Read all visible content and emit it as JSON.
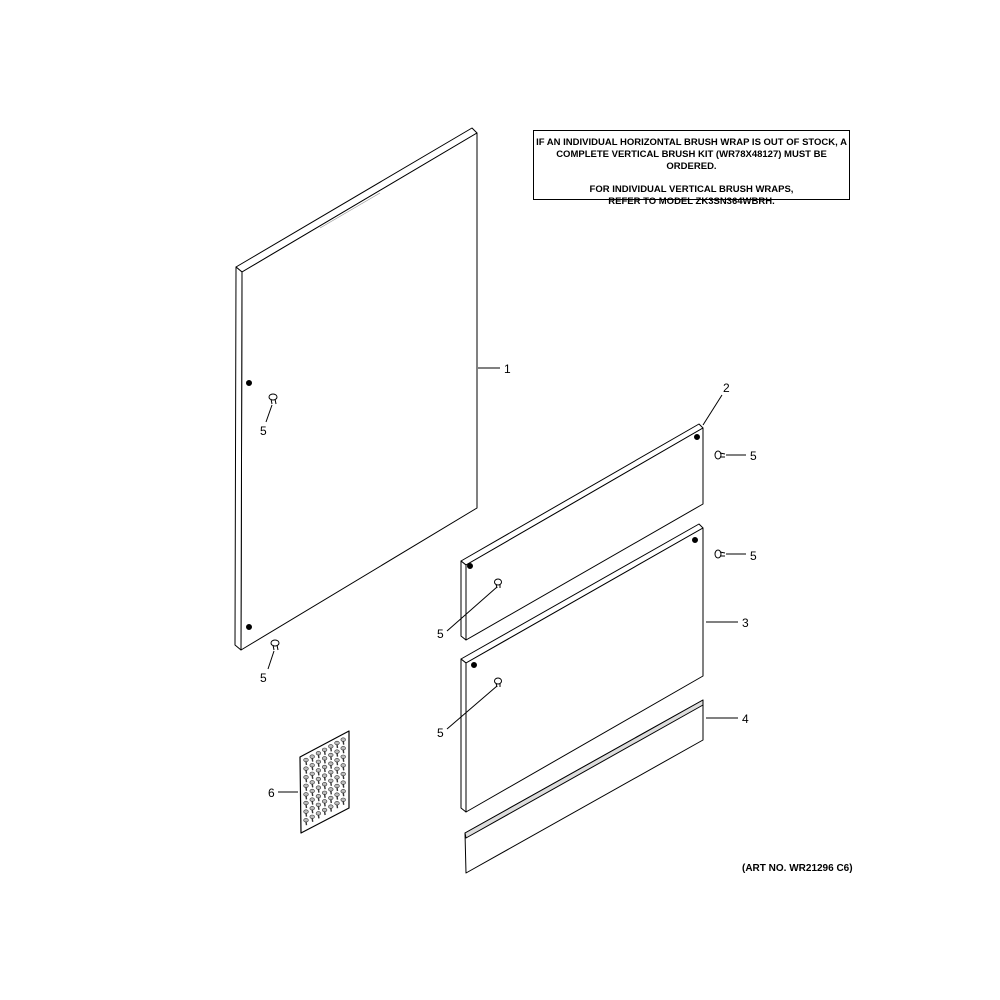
{
  "note": {
    "line1": "IF AN INDIVIDUAL HORIZONTAL BRUSH WRAP IS OUT OF STOCK, A",
    "line2": "COMPLETE VERTICAL BRUSH KIT (WR78X48127) MUST BE ORDERED.",
    "line3": "FOR INDIVIDUAL VERTICAL BRUSH WRAPS,",
    "line4": "REFER TO MODEL ZK3SN364WBRH."
  },
  "art_number": "(ART NO. WR21296 C6)",
  "callouts": {
    "side_panel": "1",
    "upper_drawer_panel": "2",
    "lower_drawer_panel": "3",
    "toe_kick_trim": "4",
    "screw": "5",
    "screw_pack": "6"
  }
}
